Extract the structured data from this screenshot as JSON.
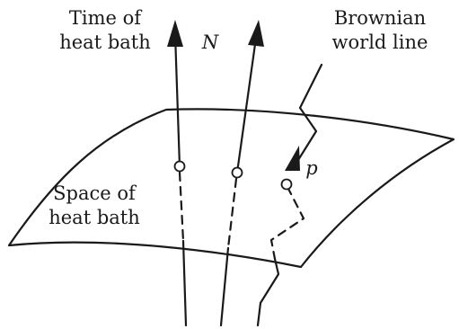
{
  "labels": {
    "time_of_heat_bath": [
      "Time of",
      "heat bath"
    ],
    "particle_count": "N",
    "brownian_world_line": [
      "Brownian",
      "world line"
    ],
    "momentum": "p",
    "space_of_heat_bath": [
      "Space of",
      "heat bath"
    ]
  },
  "colors": {
    "ink": "#1a1a1a",
    "background": "#ffffff"
  }
}
